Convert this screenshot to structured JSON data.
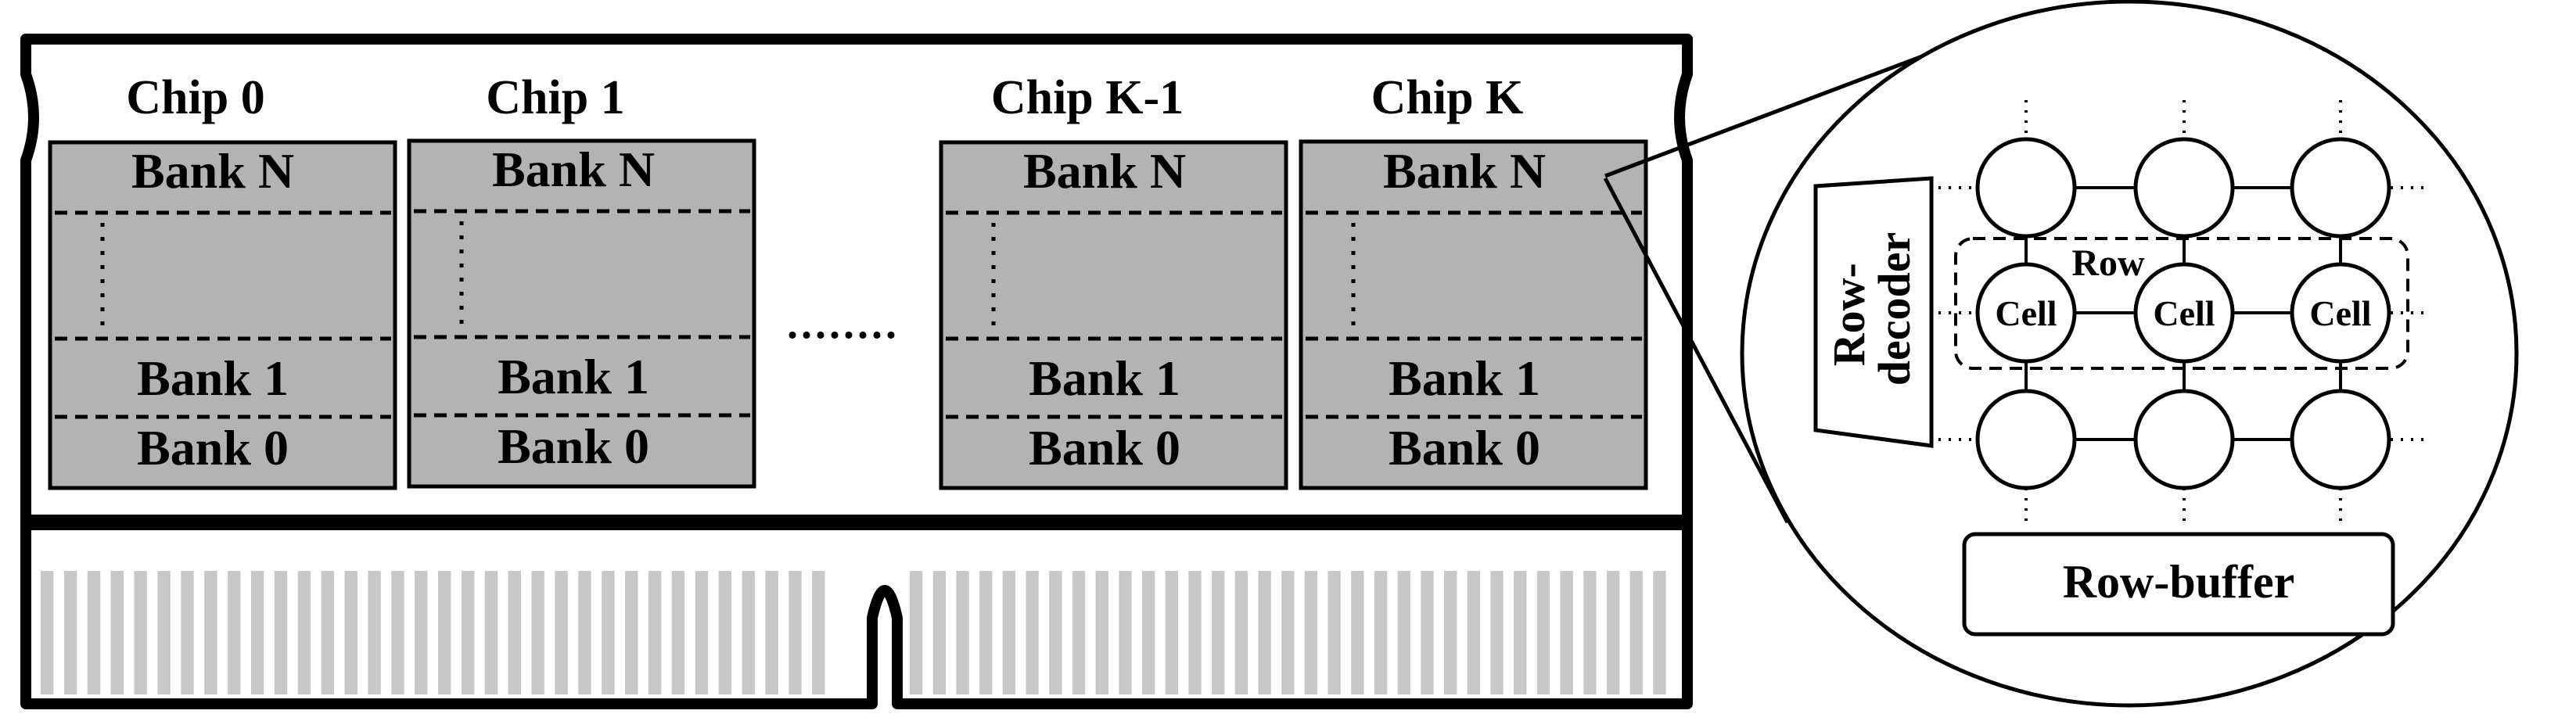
{
  "module": {
    "chips": [
      {
        "title": "Chip 0",
        "banks": [
          "Bank N",
          "Bank 1",
          "Bank 0"
        ]
      },
      {
        "title": "Chip 1",
        "banks": [
          "Bank N",
          "Bank 1",
          "Bank 0"
        ]
      },
      {
        "title": "Chip K-1",
        "banks": [
          "Bank N",
          "Bank 1",
          "Bank 0"
        ]
      },
      {
        "title": "Chip K",
        "banks": [
          "Bank N",
          "Bank 1",
          "Bank 0"
        ]
      }
    ],
    "ellipsis": "........"
  },
  "bank_detail": {
    "row_decoder": [
      "Row-",
      "decoder"
    ],
    "row_label": "Row",
    "cell_label": "Cell",
    "row_buffer": "Row-buffer"
  },
  "colors": {
    "chip_fill": "#b3b3b3",
    "pin_fill": "#c8c8c8",
    "stroke": "#000000"
  }
}
